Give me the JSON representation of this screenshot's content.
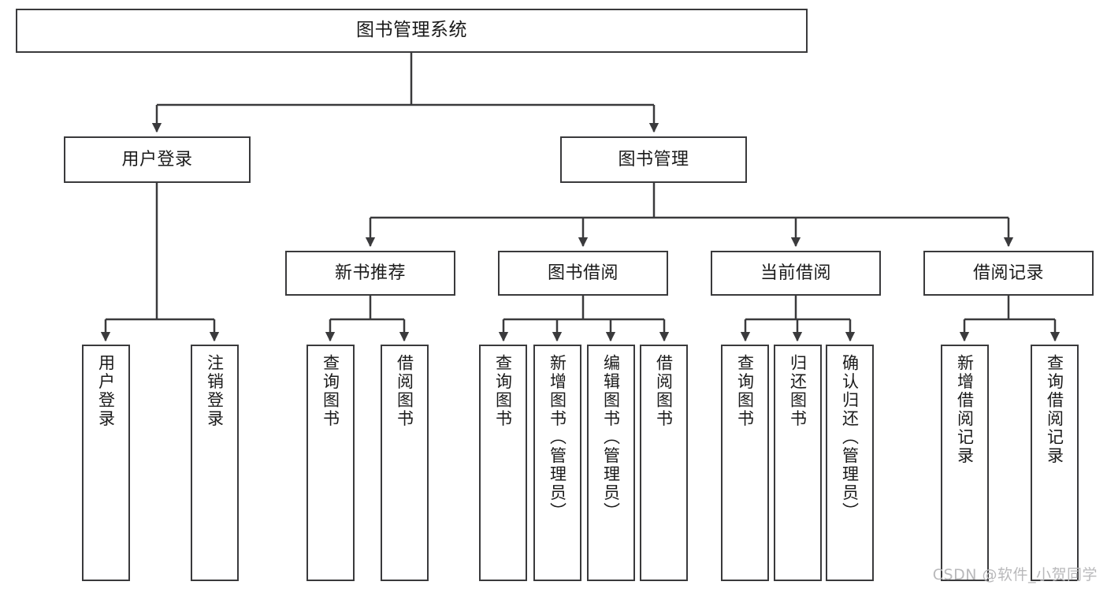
{
  "diagram": {
    "title": "图书管理系统",
    "type": "tree-hierarchy",
    "orientation": "top-down",
    "colors": {
      "box_border": "#3a3a3c",
      "box_fill": "#ffffff",
      "edge": "#3a3a3c",
      "text": "#1a1a1a",
      "background": "#ffffff",
      "watermark": "#b9b9bb"
    }
  },
  "watermark": {
    "text": "CSDN @软件_小贺同学"
  },
  "nodes": {
    "root": {
      "label": "图书管理系统"
    },
    "level2": [
      {
        "label": "用户登录"
      },
      {
        "label": "图书管理"
      }
    ],
    "level3": [
      {
        "label": "新书推荐"
      },
      {
        "label": "图书借阅"
      },
      {
        "label": "当前借阅"
      },
      {
        "label": "借阅记录"
      }
    ],
    "leaves_user_login": [
      {
        "label": "用户登录"
      },
      {
        "label": "注销登录"
      }
    ],
    "leaves_new_books": [
      {
        "label": "查询图书"
      },
      {
        "label": "借阅图书"
      }
    ],
    "leaves_borrow": [
      {
        "label": "查询图书"
      },
      {
        "label": "新增图书（管理员）"
      },
      {
        "label": "编辑图书（管理员）"
      },
      {
        "label": "借阅图书"
      }
    ],
    "leaves_current": [
      {
        "label": "查询图书"
      },
      {
        "label": "归还图书"
      },
      {
        "label": "确认归还（管理员）"
      }
    ],
    "leaves_records": [
      {
        "label": "新增借阅记录"
      },
      {
        "label": "查询借阅记录"
      }
    ]
  }
}
